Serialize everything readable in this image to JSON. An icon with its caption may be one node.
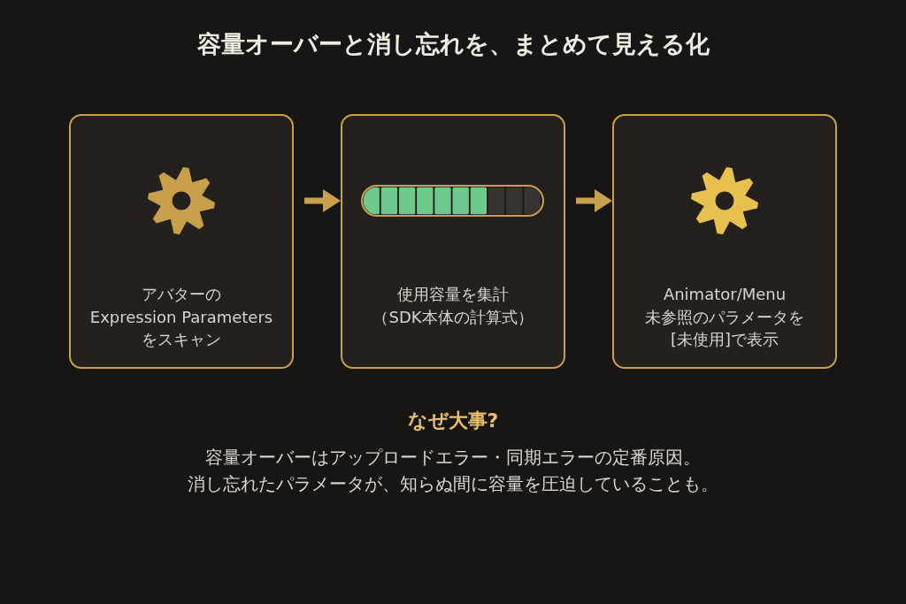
{
  "diagram": {
    "title": "容量オーバーと消し忘れを、まとめて見える化",
    "nodes": [
      {
        "text": [
          "アバターのExpression Parametersをスキャン"
        ]
      },
      {
        "text": [
          "使用容量を集計（SDK本体の計算式）"
        ]
      },
      {
        "text": [
          "Animator/Menu未参照のパラメータを[未使用]で表示"
        ]
      }
    ],
    "edges": [
      {
        "from": 0,
        "to": 1,
        "arrow": "to"
      },
      {
        "from": 1,
        "to": 2,
        "arrow": "to"
      }
    ],
    "labels": [
      "なぜ大事?",
      "容量オーバーはアップロードエラー・同期エラーの定番原因。消し忘れたパラメータが、知らぬ間に容量を圧迫していることも。"
    ]
  }
}
